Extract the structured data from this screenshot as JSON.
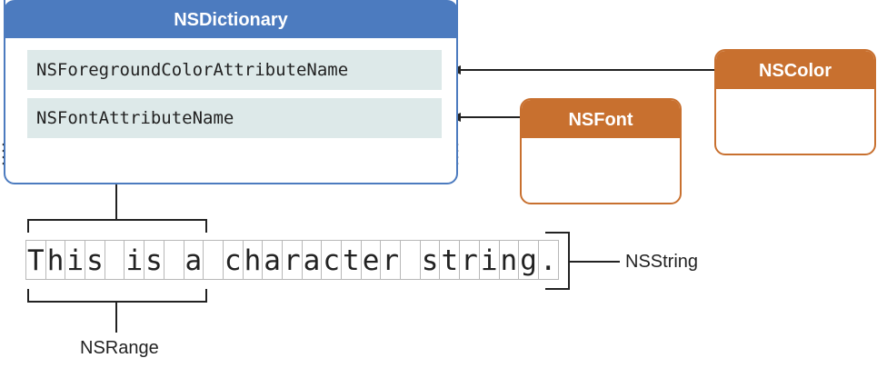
{
  "dictionary": {
    "title": "NSDictionary",
    "keys": [
      "NSForegroundColorAttributeName",
      "NSFontAttributeName"
    ]
  },
  "color_box": {
    "title": "NSColor"
  },
  "font_box": {
    "title": "NSFont"
  },
  "string": {
    "text": "This is a character string.",
    "label": "NSString"
  },
  "range": {
    "label": "NSRange"
  },
  "colors": {
    "dictionary_accent": "#4c7bbf",
    "object_accent": "#c8702f",
    "key_background": "#dde9e9"
  }
}
